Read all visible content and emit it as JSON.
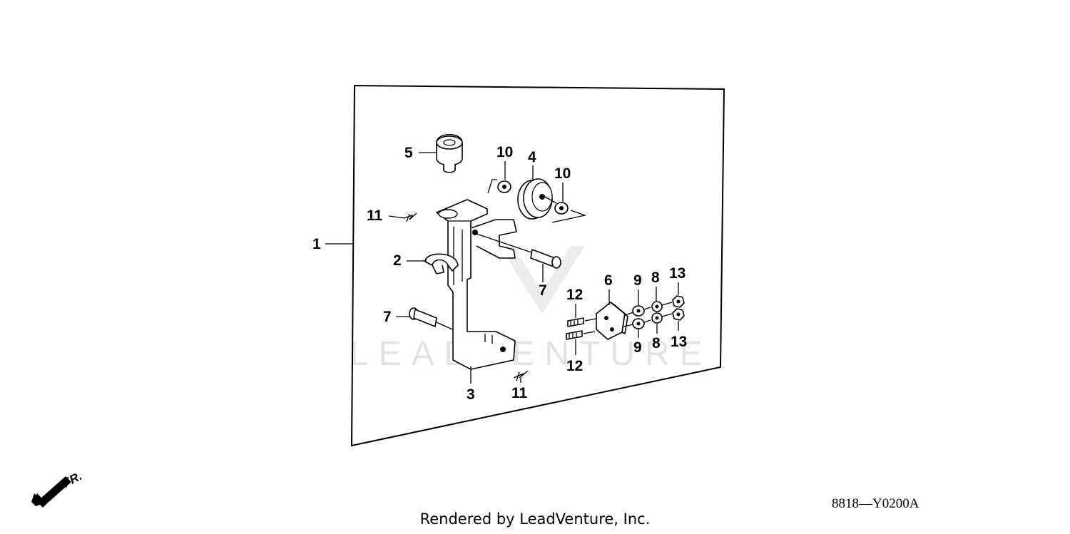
{
  "watermark": "LEADVENTURE",
  "front_indicator": {
    "label": "FR.",
    "icon": "front-direction-arrow-icon"
  },
  "callouts": {
    "c1": "1",
    "c2": "2",
    "c3": "3",
    "c4": "4",
    "c5": "5",
    "c6": "6",
    "c7a": "7",
    "c7b": "7",
    "c8a": "8",
    "c8b": "8",
    "c9a": "9",
    "c9b": "9",
    "c10a": "10",
    "c10b": "10",
    "c11a": "11",
    "c11b": "11",
    "c12a": "12",
    "c12b": "12",
    "c13a": "13",
    "c13b": "13"
  },
  "diagram_code": "8818—Y0200A",
  "footer": "Rendered by LeadVenture, Inc."
}
